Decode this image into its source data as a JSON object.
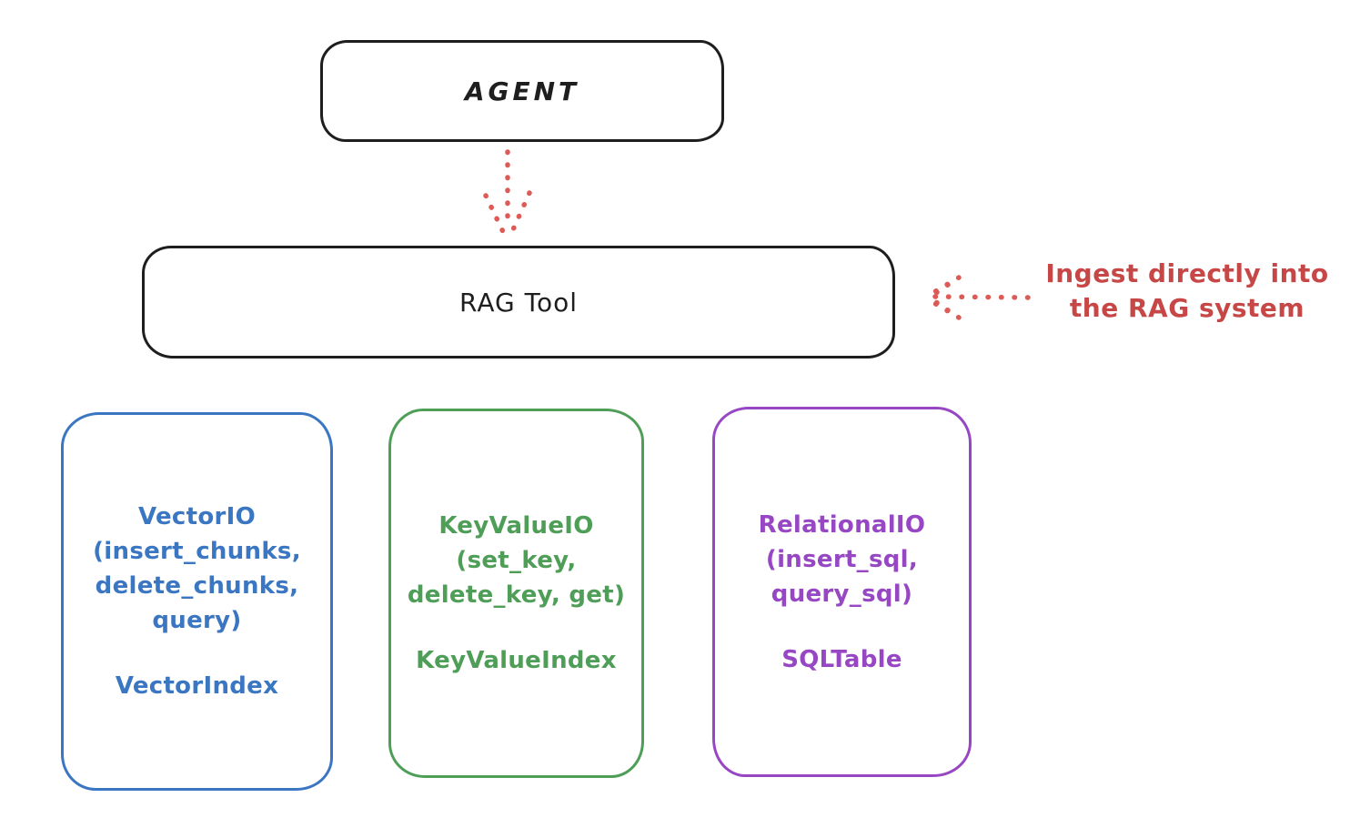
{
  "diagram": {
    "background": "#ffffff",
    "stroke_color": "#1e1e1e",
    "agent": {
      "label": "AGENT"
    },
    "rag_tool": {
      "label": "RAG Tool"
    },
    "agent_to_rag_arrow": {
      "icon": "dotted-arrow-down",
      "color": "#dd5b57"
    },
    "annotation": {
      "line1": "Ingest directly into",
      "line2": "the RAG system",
      "text_color": "#c74646",
      "arrow_icon": "dotted-arrow-left",
      "arrow_color": "#dd5b57"
    },
    "io_boxes": [
      {
        "name": "vector-io",
        "title": "VectorIO",
        "methods": "(insert_chunks,\ndelete_chunks,\nquery)",
        "index_label": "VectorIndex",
        "color": "#3b76c2"
      },
      {
        "name": "keyvalue-io",
        "title": "KeyValueIO",
        "methods": "(set_key,\ndelete_key, get)",
        "index_label": "KeyValueIndex",
        "color": "#4f9e58"
      },
      {
        "name": "relational-io",
        "title": "RelationalIO",
        "methods": "(insert_sql,\nquery_sql)",
        "index_label": "SQLTable",
        "color": "#9746c4"
      }
    ]
  }
}
